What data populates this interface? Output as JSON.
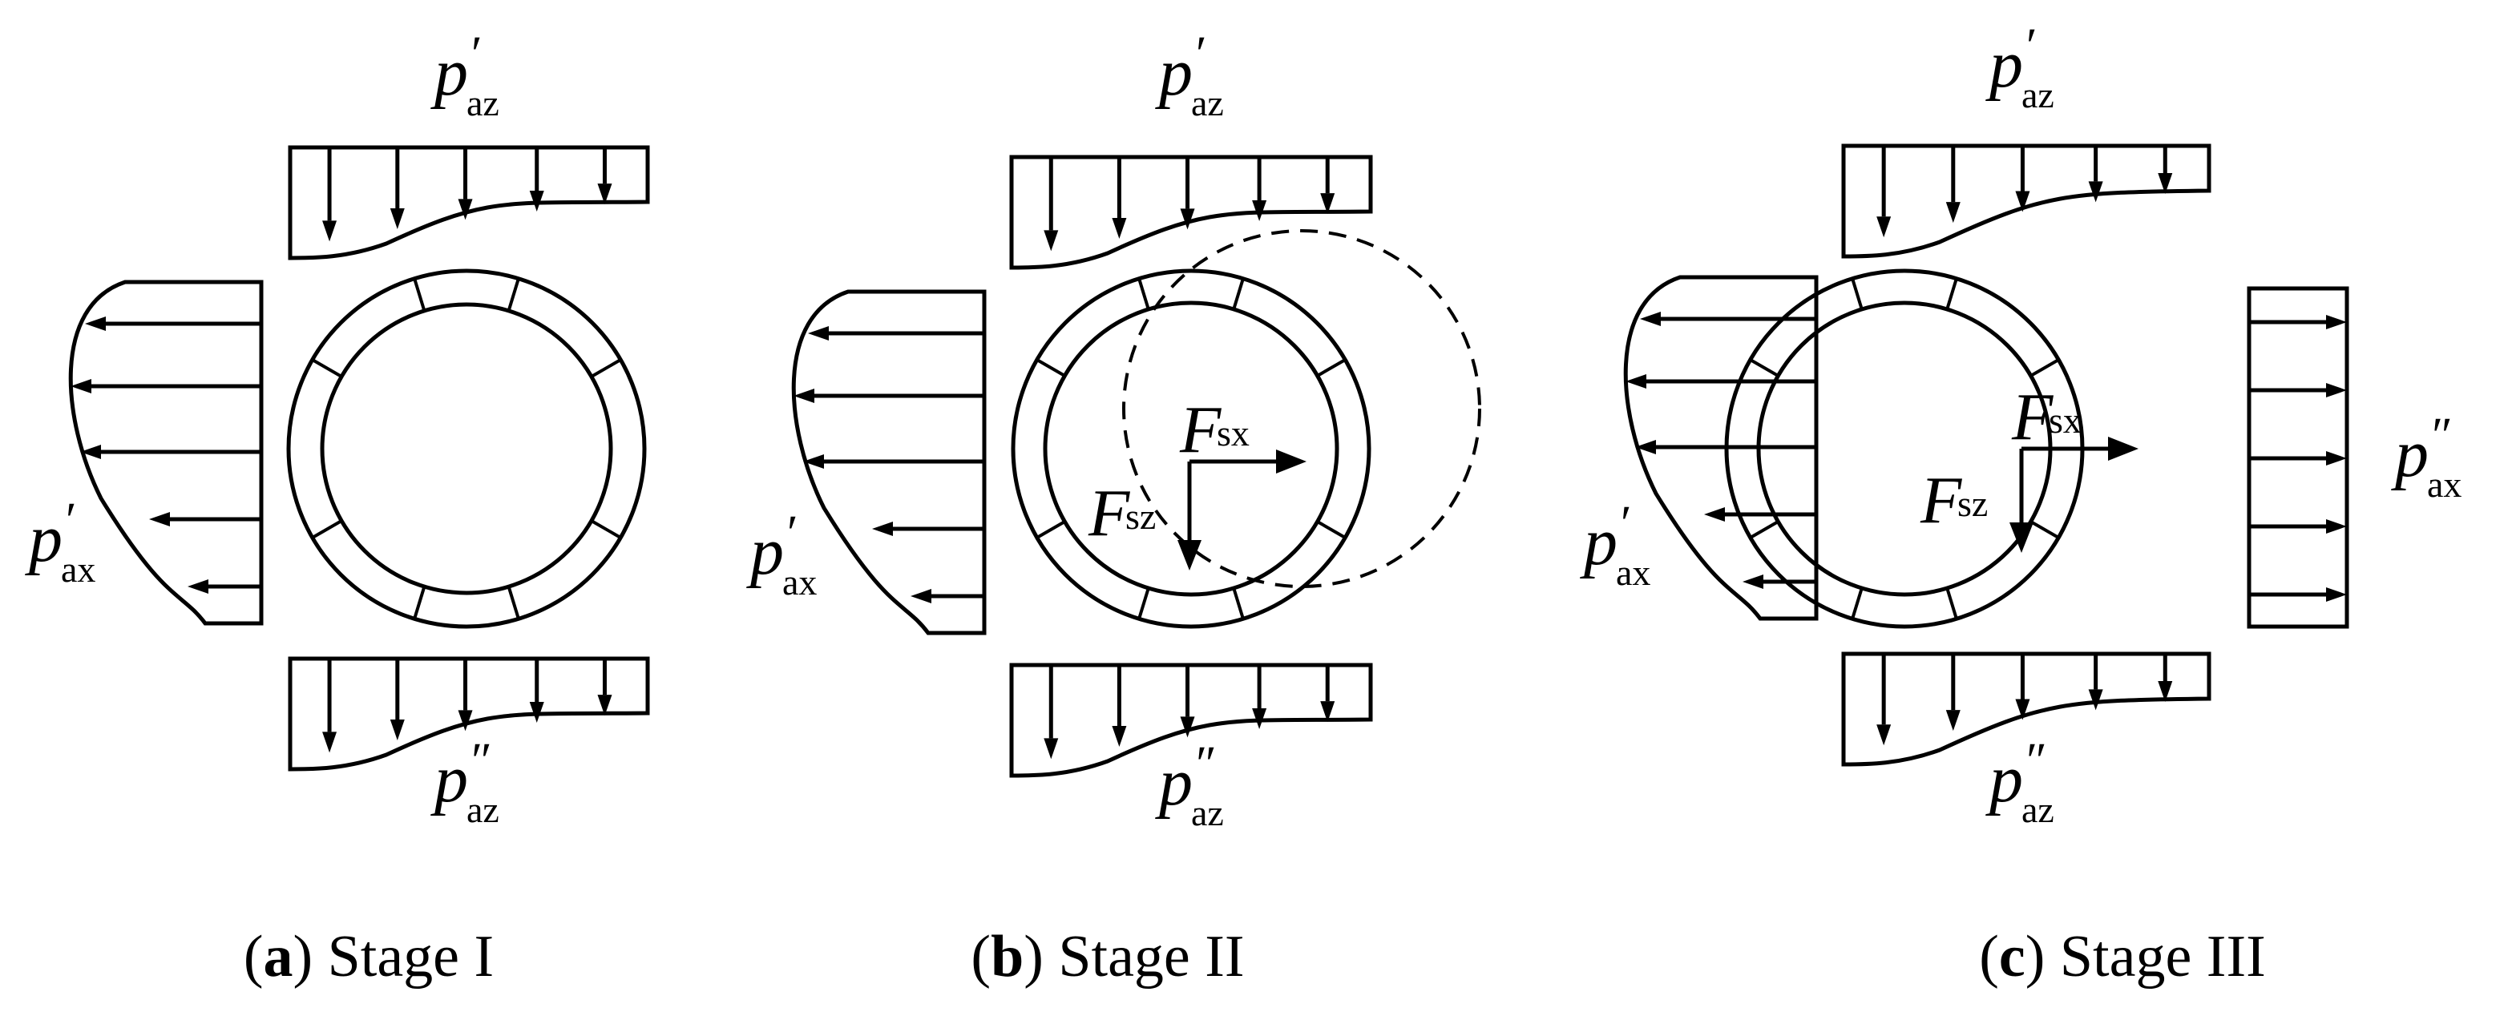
{
  "labels": {
    "p_symbol": "p",
    "F_symbol": "F",
    "prime_single": "′",
    "prime_double": "″",
    "sub_az": "az",
    "sub_ax": "ax",
    "sub_sx": "sx",
    "sub_sz": "sz"
  },
  "panels": [
    {
      "letter": "a",
      "stage": "Stage I"
    },
    {
      "letter": "b",
      "stage": "Stage II"
    },
    {
      "letter": "c",
      "stage": "Stage III"
    }
  ]
}
